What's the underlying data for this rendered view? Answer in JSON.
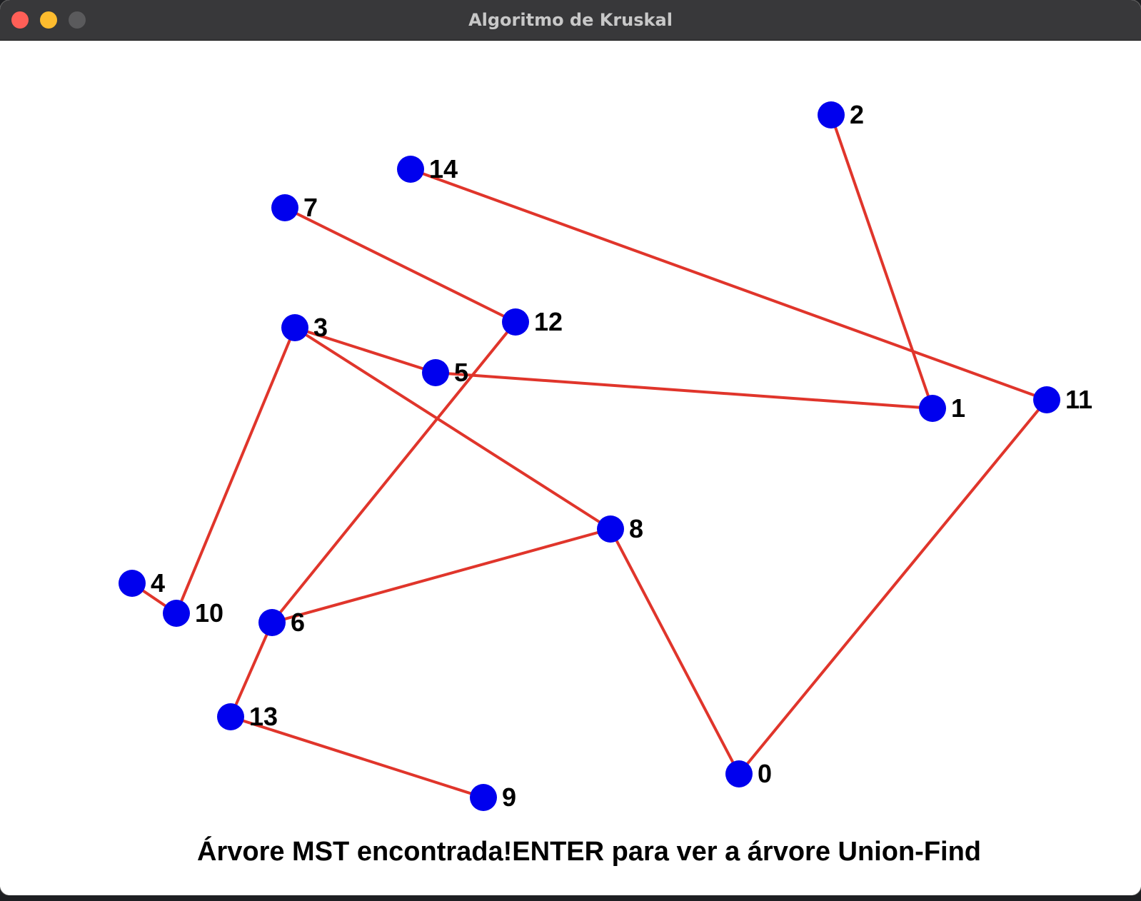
{
  "window": {
    "title": "Algoritmo de Kruskal"
  },
  "colors": {
    "node": "#0000ee",
    "edge": "#e0352b",
    "label": "#000000"
  },
  "graph": {
    "nodes": [
      {
        "id": "0",
        "label": "0"
      },
      {
        "id": "1",
        "label": "1"
      },
      {
        "id": "2",
        "label": "2"
      },
      {
        "id": "3",
        "label": "3"
      },
      {
        "id": "4",
        "label": "4"
      },
      {
        "id": "5",
        "label": "5"
      },
      {
        "id": "6",
        "label": "6"
      },
      {
        "id": "7",
        "label": "7"
      },
      {
        "id": "8",
        "label": "8"
      },
      {
        "id": "9",
        "label": "9"
      },
      {
        "id": "10",
        "label": "10"
      },
      {
        "id": "11",
        "label": "11"
      },
      {
        "id": "12",
        "label": "12"
      },
      {
        "id": "13",
        "label": "13"
      },
      {
        "id": "14",
        "label": "14"
      }
    ],
    "edges": [
      [
        "2",
        "1"
      ],
      [
        "14",
        "11"
      ],
      [
        "7",
        "12"
      ],
      [
        "12",
        "6"
      ],
      [
        "3",
        "5"
      ],
      [
        "5",
        "1"
      ],
      [
        "3",
        "8"
      ],
      [
        "3",
        "10"
      ],
      [
        "4",
        "10"
      ],
      [
        "8",
        "6"
      ],
      [
        "8",
        "0"
      ],
      [
        "0",
        "11"
      ],
      [
        "6",
        "13"
      ],
      [
        "13",
        "9"
      ]
    ]
  },
  "status": {
    "message": "Árvore MST encontrada!ENTER para ver a árvore Union-Find"
  }
}
